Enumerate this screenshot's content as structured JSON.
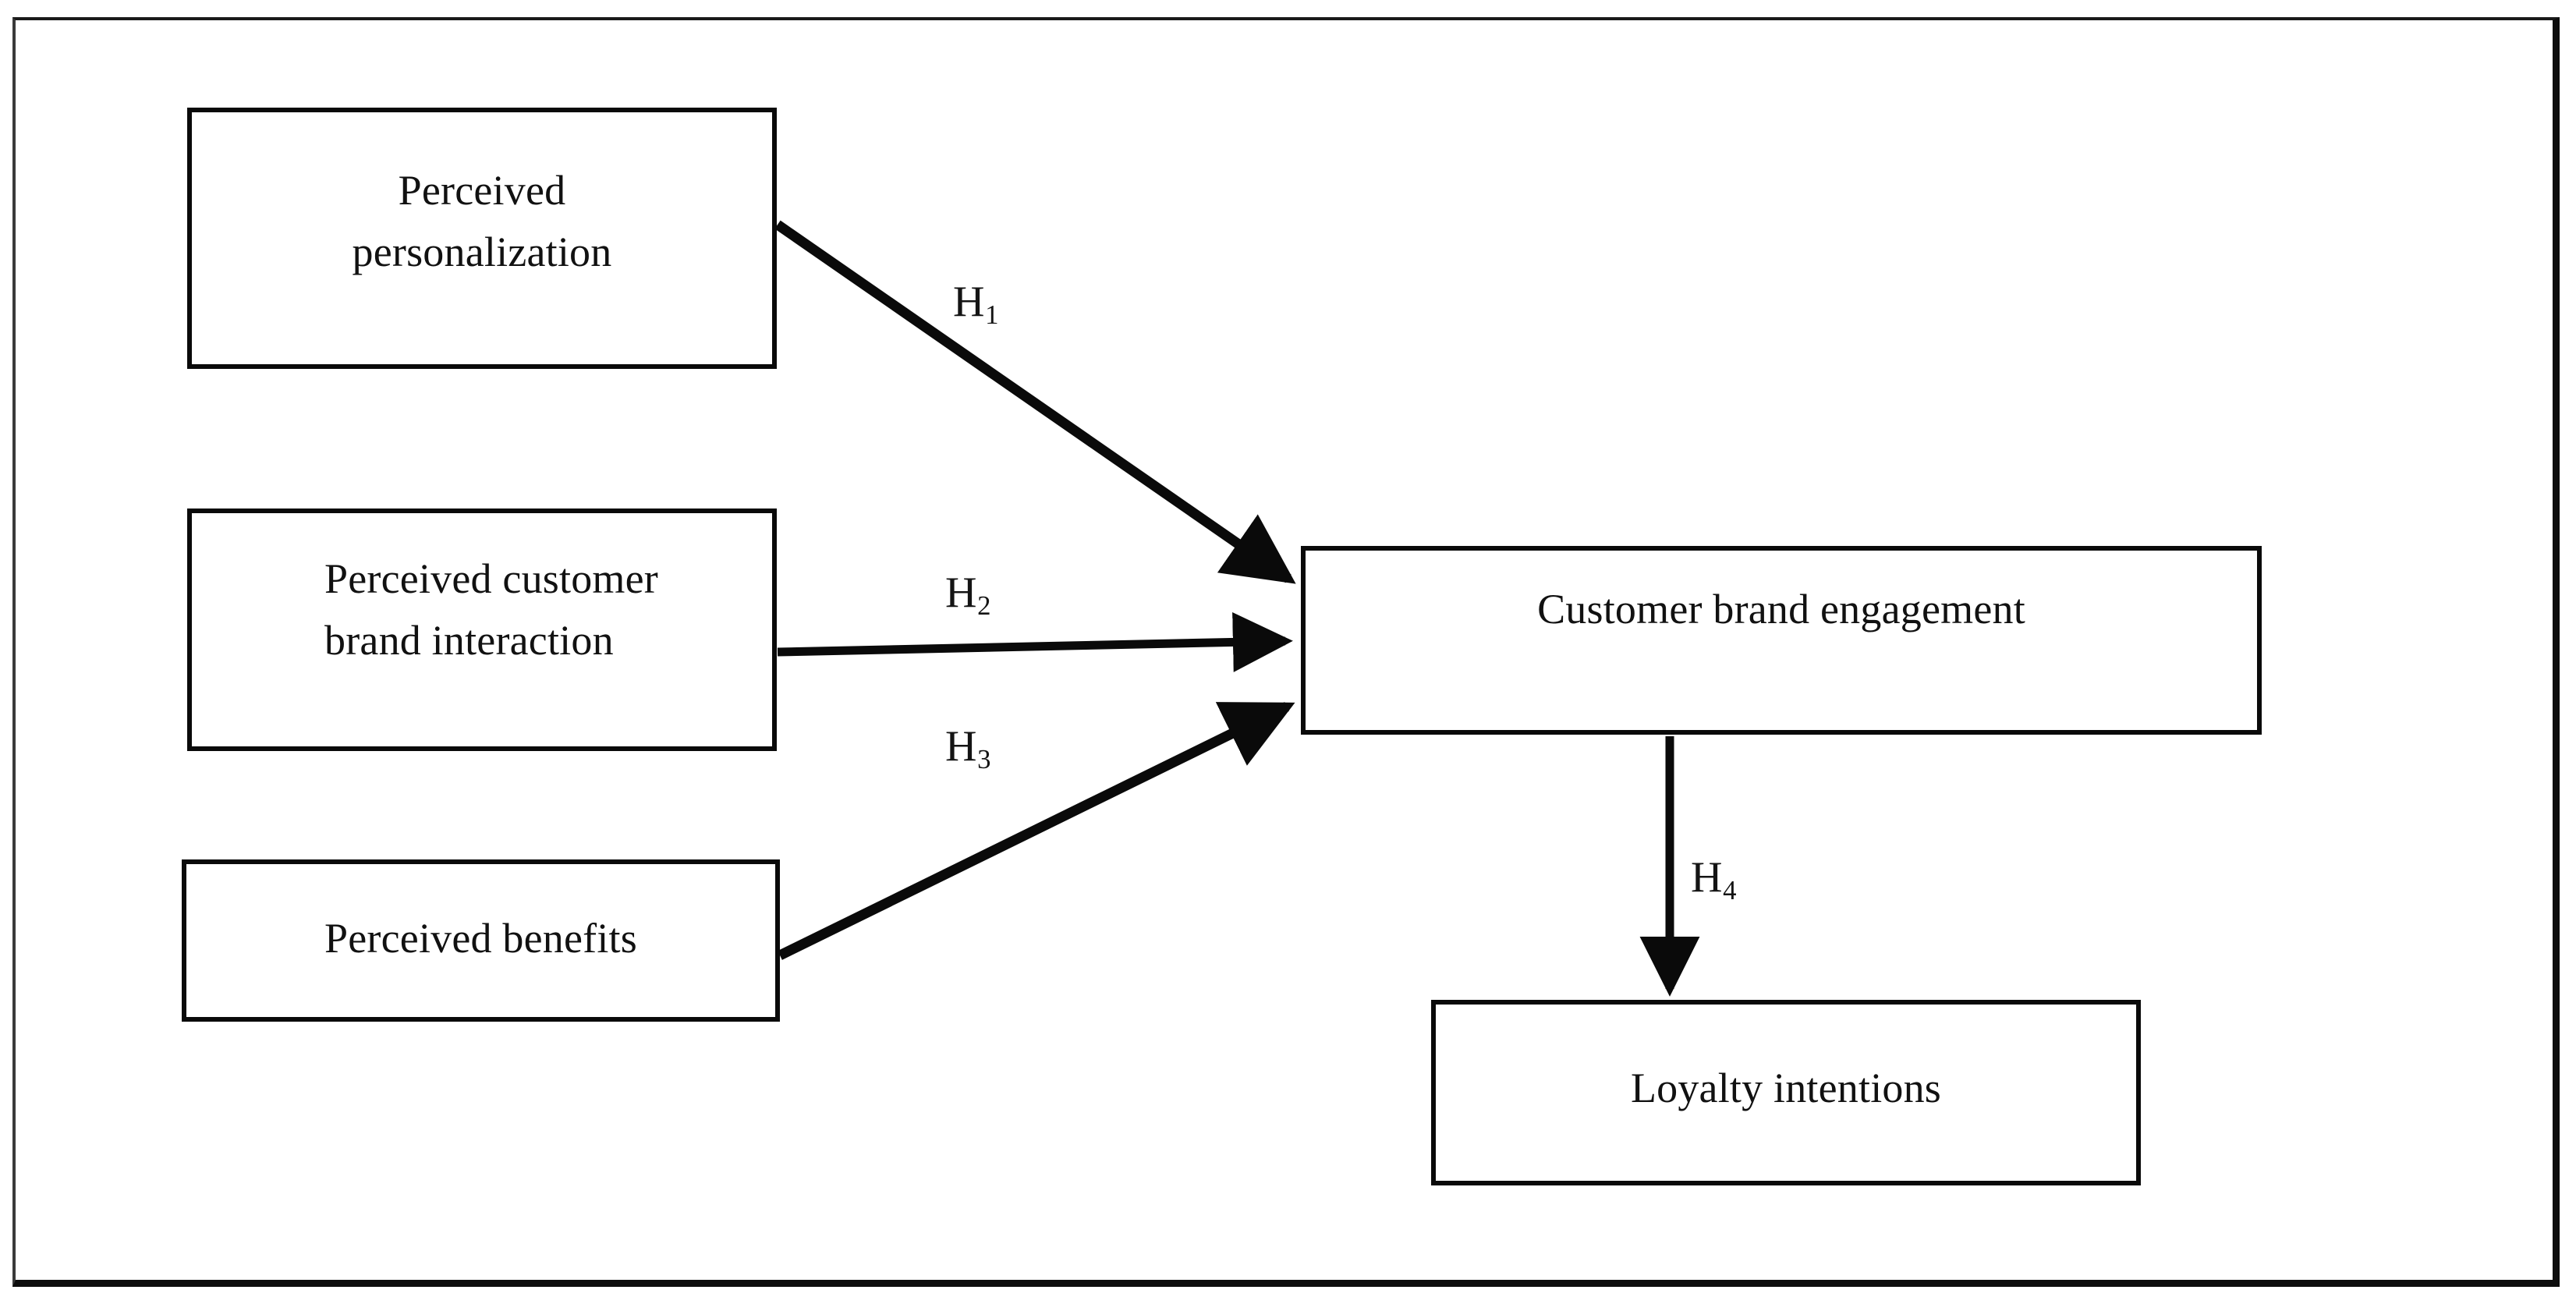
{
  "figure": {
    "type": "conceptual-research-model",
    "frame_color": "#0d0d0d",
    "box_border_color": "#0a0a0a",
    "background_color": "#ffffff",
    "text_color": "#111111"
  },
  "nodes": [
    {
      "id": "perceived-personalization",
      "label": "Perceived\npersonalization"
    },
    {
      "id": "perceived-customer-brand-interaction",
      "label": "Perceived customer\nbrand interaction"
    },
    {
      "id": "perceived-benefits",
      "label": "Perceived benefits"
    },
    {
      "id": "customer-brand-engagement",
      "label": "Customer brand engagement"
    },
    {
      "id": "loyalty-intentions",
      "label": "Loyalty intentions"
    }
  ],
  "hypotheses": [
    {
      "id": "h1",
      "prefix": "H",
      "subscript": "1",
      "from": "perceived-personalization",
      "to": "customer-brand-engagement"
    },
    {
      "id": "h2",
      "prefix": "H",
      "subscript": "2",
      "from": "perceived-customer-brand-interaction",
      "to": "customer-brand-engagement"
    },
    {
      "id": "h3",
      "prefix": "H",
      "subscript": "3",
      "from": "perceived-benefits",
      "to": "customer-brand-engagement"
    },
    {
      "id": "h4",
      "prefix": "H",
      "subscript": "4",
      "from": "customer-brand-engagement",
      "to": "loyalty-intentions"
    }
  ]
}
